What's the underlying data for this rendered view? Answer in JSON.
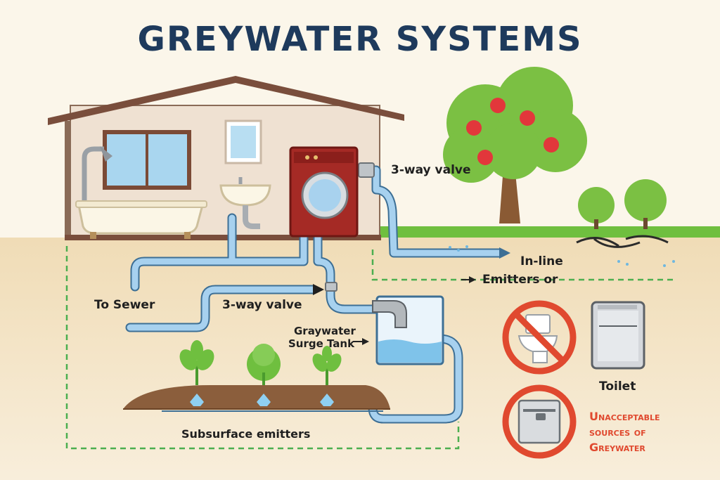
{
  "title": "GREYWATER SYSTEMS",
  "labels": {
    "valve_top": "3-way valve",
    "inline_1": "In-line",
    "inline_2": "Emitters or",
    "to_sewer": "To Sewer",
    "valve_mid": "3-way valve",
    "surge_1": "Graywater",
    "surge_2": "Surge Tank",
    "subsurface": "Subsurface emitters",
    "toilet": "Toilet"
  },
  "warning": {
    "line1": "Unacceptable",
    "line2": "sources of",
    "line3": "Greywater"
  },
  "colors": {
    "title": "#1e3a5c",
    "pipe": "#9cc7e8",
    "pipe_outline": "#3d6f95",
    "soil": "#f1dfbd",
    "grass": "#6fbf3f",
    "dashed_border": "#4caf50",
    "washer": "#a52a25",
    "warning": "#e0492f"
  },
  "icons": [
    "bathtub-icon",
    "shower-icon",
    "sink-icon",
    "washing-machine-icon",
    "apple-tree-icon",
    "shrub-icon",
    "seedling-icon",
    "toilet-icon",
    "no-symbol-icon",
    "dishwasher-icon",
    "refrigerator-icon"
  ]
}
